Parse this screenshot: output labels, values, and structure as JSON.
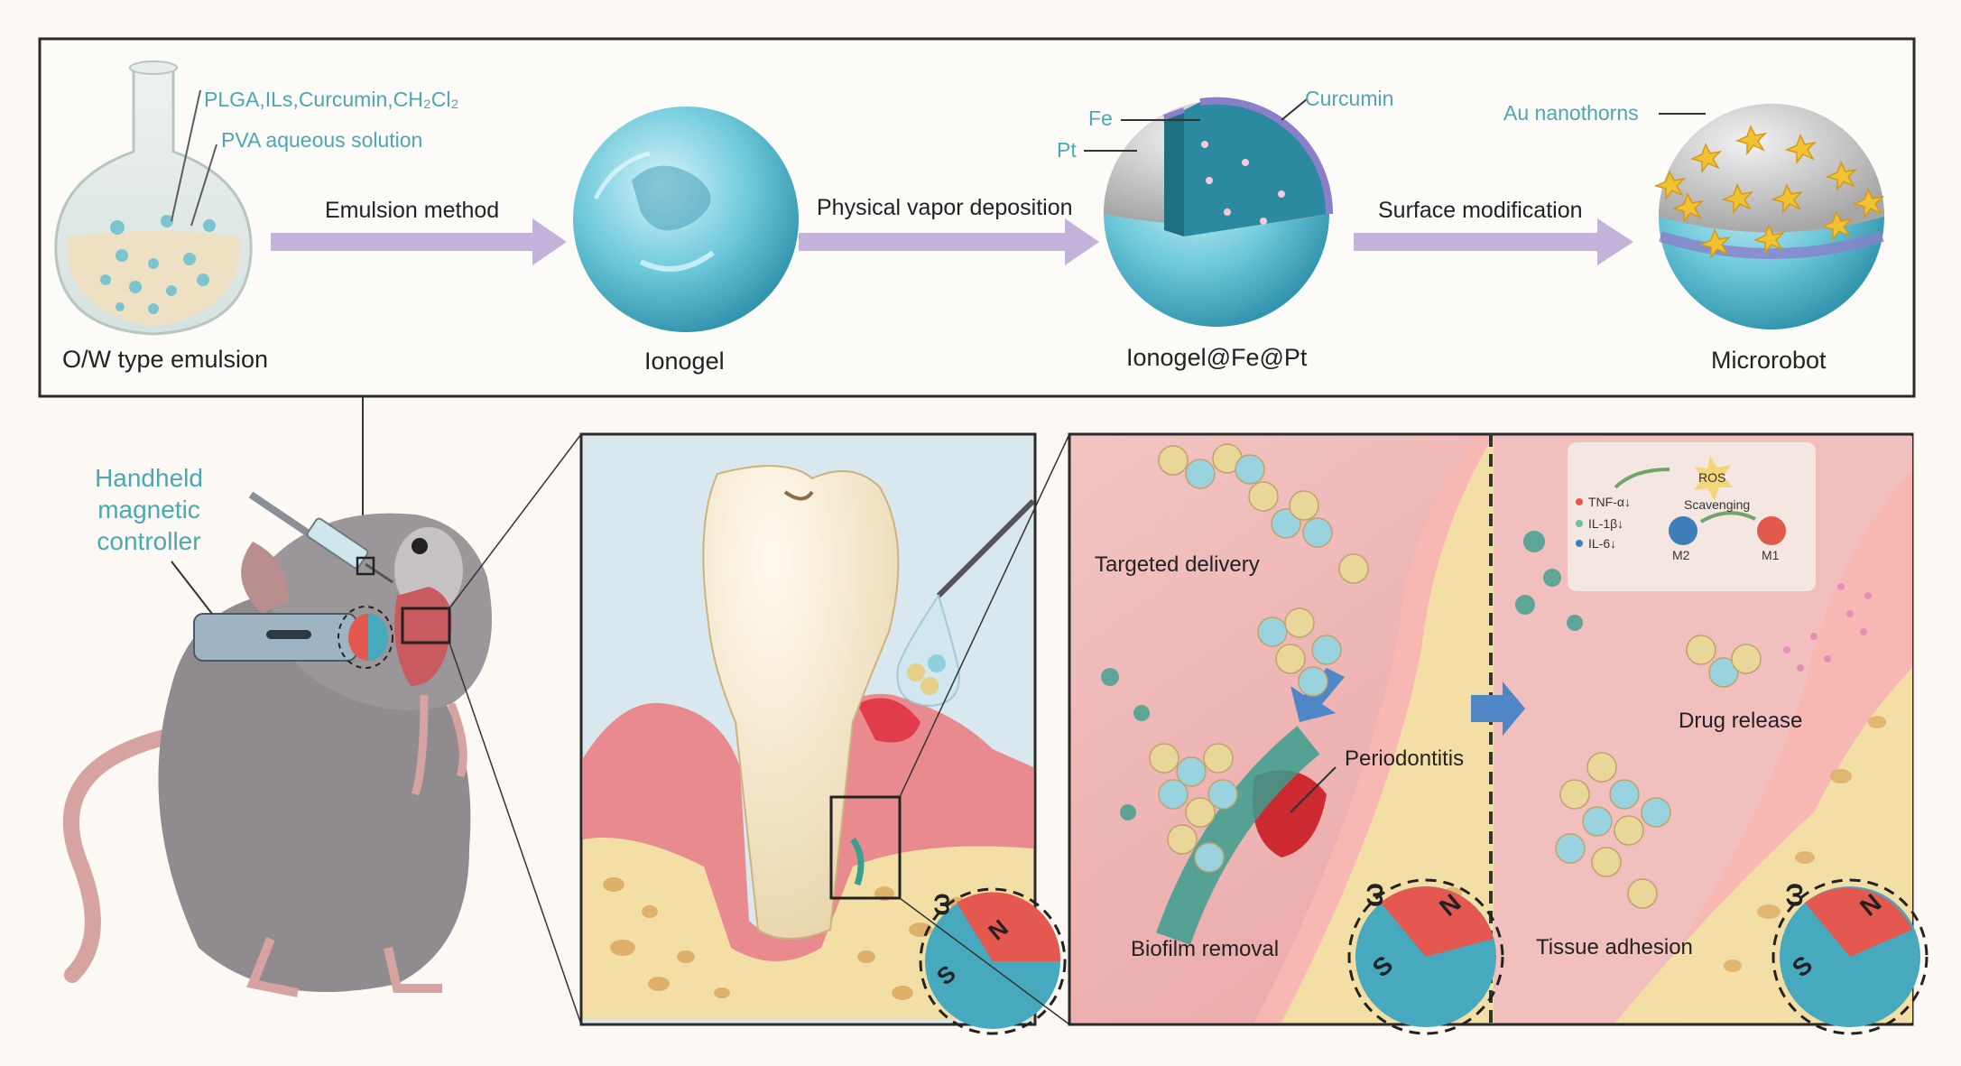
{
  "synthesis": {
    "flask_label_1": "PLGA,ILs,Curcumin,CH₂Cl₂",
    "flask_label_2": "PVA aqueous solution",
    "steps": [
      {
        "caption": "O/W type emulsion"
      },
      {
        "caption": "Ionogel"
      },
      {
        "caption": "Ionogel@Fe@Pt"
      },
      {
        "caption": "Microrobot"
      }
    ],
    "arrows": [
      "Emulsion method",
      "Physical vapor deposition",
      "Surface modification"
    ],
    "layer_labels": {
      "fe": "Fe",
      "pt": "Pt",
      "curcumin": "Curcumin",
      "au": "Au nanothorns"
    }
  },
  "rat": {
    "controller_label_line1": "Handheld",
    "controller_label_line2": "magnetic",
    "controller_label_line3": "controller"
  },
  "therapy": {
    "targeted_delivery": "Targeted delivery",
    "periodontitis": "Periodontitis",
    "biofilm_removal": "Biofilm removal",
    "drug_release": "Drug release",
    "tissue_adhesion": "Tissue adhesion",
    "ros": "ROS",
    "scavenging": "Scavenging",
    "m2": "M2",
    "m1": "M1",
    "cytokines": [
      "TNF-α↓",
      "IL-1β↓",
      "IL-6↓"
    ],
    "magnet_n": "N",
    "magnet_s": "S",
    "omega": "ω"
  },
  "colors": {
    "teal": "#4aa8b3",
    "arrow": "#b9a6d6",
    "gum": "#e98a8f",
    "bone": "#f3dfa6",
    "magnet_red": "#e5584f",
    "magnet_blue": "#46a9bd"
  }
}
